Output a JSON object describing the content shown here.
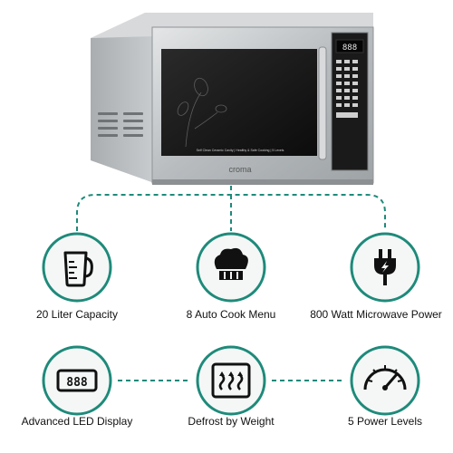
{
  "product": {
    "brand": "croma",
    "panel_caption": "Self Clean Ceramic Cavity | Healthy & Safe Cooking | 5 Levels"
  },
  "colors": {
    "accent": "#1e8a7a",
    "icon_dark": "#111111",
    "ring_bg": "#f4f7f6"
  },
  "features": [
    {
      "label": "20 Liter Capacity",
      "icon": "measuring-jug-icon"
    },
    {
      "label": "8 Auto Cook Menu",
      "icon": "chef-hat-icon"
    },
    {
      "label": "800 Watt Microwave Power",
      "icon": "power-plug-icon"
    },
    {
      "label": "Advanced LED Display",
      "icon": "led-display-icon"
    },
    {
      "label": "Defrost by Weight",
      "icon": "defrost-icon"
    },
    {
      "label": "5 Power Levels",
      "icon": "gauge-icon"
    }
  ],
  "display_readout": "888"
}
